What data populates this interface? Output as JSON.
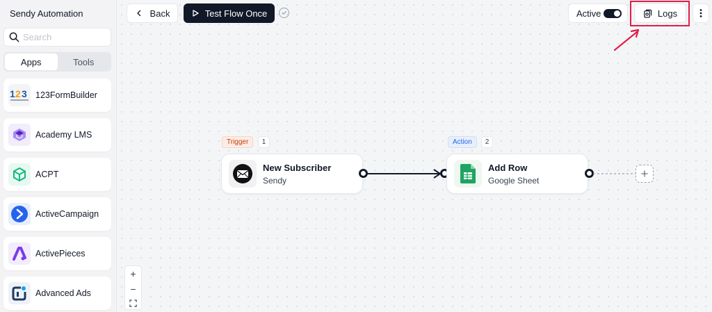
{
  "sidebar": {
    "title": "Sendy Automation",
    "search_placeholder": "Search",
    "tabs": [
      {
        "label": "Apps"
      },
      {
        "label": "Tools"
      }
    ],
    "apps": [
      {
        "label": "123FormBuilder",
        "icon": "123formbuilder-logo"
      },
      {
        "label": "Academy LMS",
        "icon": "academy-lms-logo"
      },
      {
        "label": "ACPT",
        "icon": "acpt-logo"
      },
      {
        "label": "ActiveCampaign",
        "icon": "activecampaign-logo"
      },
      {
        "label": "ActivePieces",
        "icon": "activepieces-logo"
      },
      {
        "label": "Advanced Ads",
        "icon": "advanced-ads-logo"
      }
    ]
  },
  "toolbar": {
    "back_label": "Back",
    "test_label": "Test Flow Once",
    "active_label": "Active",
    "logs_label": "Logs"
  },
  "flow": {
    "trigger": {
      "badge": "Trigger",
      "step": "1",
      "title": "New Subscriber",
      "app": "Sendy"
    },
    "action": {
      "badge": "Action",
      "step": "2",
      "title": "Add Row",
      "app": "Google Sheet"
    }
  },
  "zoom": {
    "in": "+",
    "out": "−"
  },
  "colors": {
    "accent": "#111827",
    "highlight": "#e11d48",
    "trigger": "#c2410c",
    "action": "#2563eb"
  }
}
